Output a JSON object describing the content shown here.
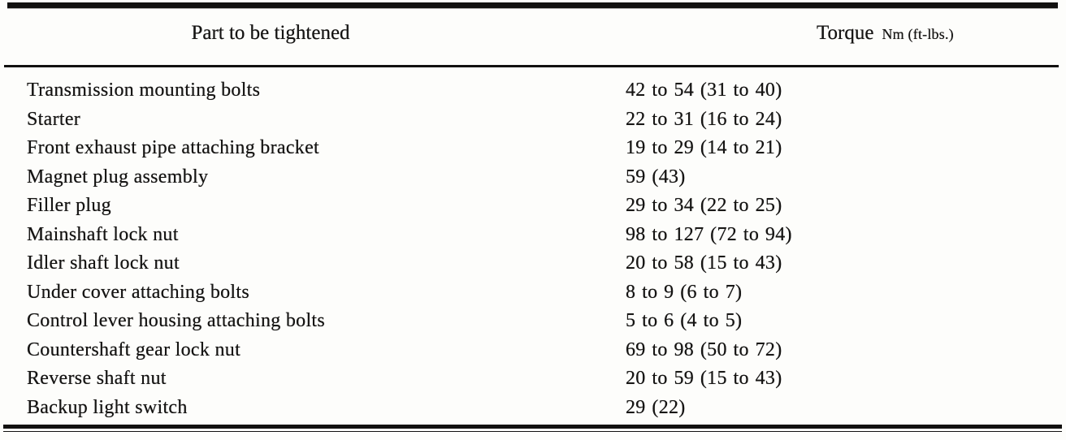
{
  "document": {
    "type": "scanned-torque-specification-table",
    "ink_color": "#121110",
    "paper_color": "#fdfdfb"
  },
  "table": {
    "headers": {
      "part": "Part to be tightened",
      "torque_label": "Torque",
      "torque_unit": "Nm (ft-lbs.)"
    },
    "rows": [
      {
        "part": "Transmission mounting bolts",
        "torque": "42 to 54 (31 to 40)"
      },
      {
        "part": "Starter",
        "torque": "22 to 31 (16 to 24)"
      },
      {
        "part": "Front exhaust pipe attaching bracket",
        "torque": "19 to 29 (14 to 21)"
      },
      {
        "part": "Magnet plug assembly",
        "torque": "59 (43)"
      },
      {
        "part": "Filler plug",
        "torque": "29 to 34 (22 to 25)"
      },
      {
        "part": "Mainshaft lock nut",
        "torque": "98 to 127 (72 to 94)"
      },
      {
        "part": "Idler shaft lock nut",
        "torque": "20 to 58 (15 to 43)"
      },
      {
        "part": "Under cover attaching bolts",
        "torque": "8 to 9 (6 to 7)"
      },
      {
        "part": "Control lever housing attaching bolts",
        "torque": "5 to 6 (4 to 5)"
      },
      {
        "part": "Countershaft gear lock nut",
        "torque": "69 to 98 (50 to 72)"
      },
      {
        "part": "Reverse shaft nut",
        "torque": "20 to 59 (15 to 43)"
      },
      {
        "part": "Backup light switch",
        "torque": "29 (22)"
      }
    ]
  }
}
